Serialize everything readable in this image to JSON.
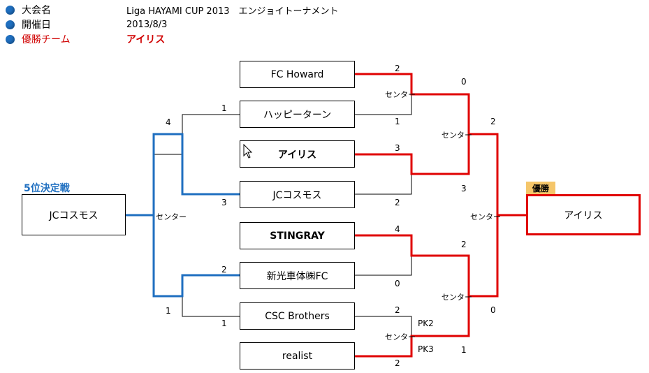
{
  "info": {
    "tournament_label": "大会名",
    "tournament_value": "Liga HAYAMI CUP 2013　エンジョイトーナメント",
    "date_label": "開催日",
    "date_value": "2013/8/3",
    "winner_label": "優勝チーム",
    "winner_value": "アイリス"
  },
  "colors": {
    "winner_path": "#e00000",
    "fifth_path": "#1f6fc0",
    "accent_label": "#d00000",
    "badge": "#f5c66a"
  },
  "teams": [
    "FC Howard",
    "ハッピーターン",
    "アイリス",
    "JCコスモス",
    "STINGRAY",
    "新光車体㈱FC",
    "CSC Brothers",
    "realist"
  ],
  "fifth_place": {
    "title": "5位決定戦",
    "team": "JCコスモス",
    "venue": "センター",
    "score_top": "4",
    "score_bottom": "1"
  },
  "scores": {
    "r1_m1_top": "2",
    "r1_m1_bottom": "1",
    "r1_m2_top": "3",
    "r1_m2_bottom": "2",
    "r1_m3_top": "4",
    "r1_m3_bottom": "0",
    "r1_m4_top": "2",
    "r1_m4_bottom": "2",
    "r1_m4_pk_top": "PK2",
    "r1_m4_pk_bottom": "PK3",
    "sf1_top": "0",
    "sf1_bottom": "3",
    "sf2_top": "2",
    "sf2_bottom": "1",
    "final_top": "2",
    "final_bottom": "0",
    "fp_sf1_top": "1",
    "fp_sf1_bottom": "3",
    "fp_sf2_top": "2",
    "fp_sf2_bottom": "1"
  },
  "venue_label": "センター",
  "champion": {
    "badge": "優勝",
    "team": "アイリス"
  }
}
